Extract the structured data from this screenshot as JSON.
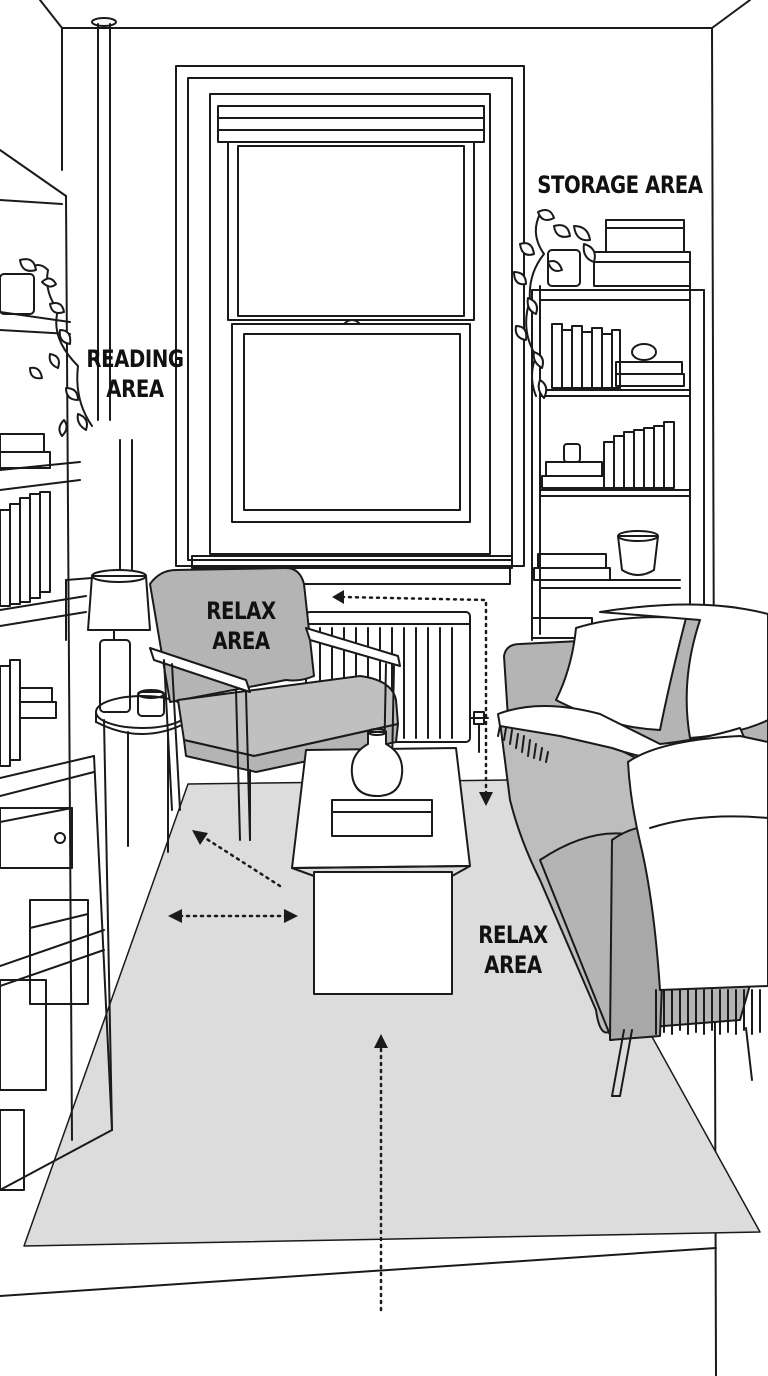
{
  "diagram": {
    "labels": {
      "storage": "STORAGE AREA",
      "reading_line1": "READING",
      "reading_line2": "AREA",
      "relax_chair_line1": "RELAX",
      "relax_chair_line2": "AREA",
      "relax_sofa_line1": "RELAX",
      "relax_sofa_line2": "AREA"
    },
    "colors": {
      "line": "#1a1a1a",
      "rug": "#dcdcdc",
      "upholstery": "#b4b4b4",
      "upholstery_light": "#c8c8c8",
      "background": "#ffffff"
    },
    "icons": [
      "bookshelf",
      "window",
      "radiator",
      "lamp",
      "side-table",
      "armchair",
      "coffee-table",
      "vase",
      "sofa",
      "pillow",
      "throw-blanket",
      "rug",
      "plant",
      "storage-box",
      "path-arrow"
    ]
  }
}
